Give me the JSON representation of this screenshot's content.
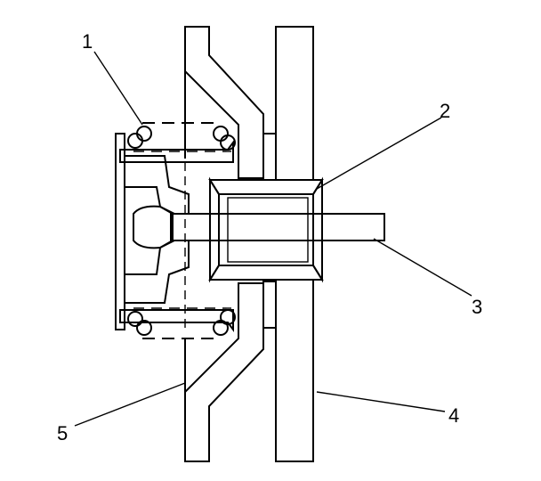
{
  "diagram": {
    "callouts": [
      {
        "id": "c1",
        "label": "1"
      },
      {
        "id": "c2",
        "label": "2"
      },
      {
        "id": "c3",
        "label": "3"
      },
      {
        "id": "c4",
        "label": "4"
      },
      {
        "id": "c5",
        "label": "5"
      }
    ],
    "colors": {
      "ink": "#000000",
      "background": "#ffffff"
    }
  }
}
